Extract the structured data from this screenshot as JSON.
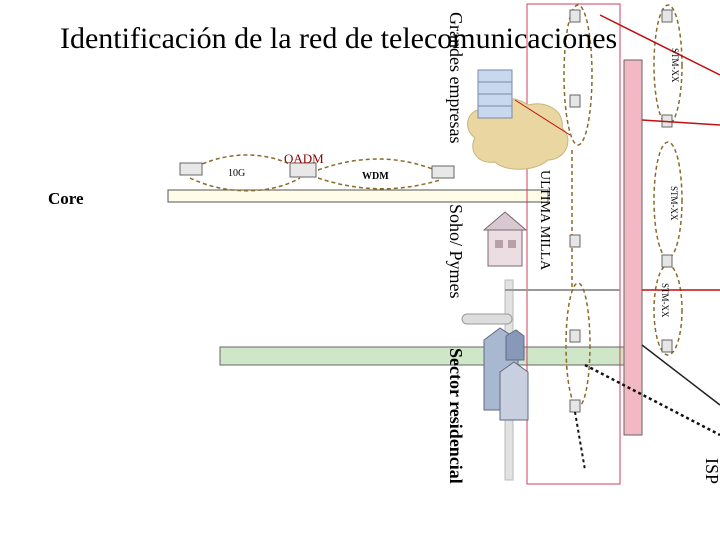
{
  "title": "Identificación de la red de telecomunicaciones",
  "labels": {
    "core": "Core",
    "oadm": "OADM",
    "wdm": "WDM",
    "ten_g": "10G",
    "grandes_empresas": "Grandes empresas",
    "ultima_milla": "ULTIMA MILLA",
    "soho_pymes": "Soho/ Pymes",
    "sector_residencial": "Sector residencial",
    "stm_1": "STM-XX",
    "stm_2": "STM-XX",
    "stm_3": "STM-XX",
    "edge_right": "ISP"
  },
  "colors": {
    "band_green": "#cfe6c8",
    "band_pink": "#f2b8c4",
    "core_band": "#fffde8",
    "ring_line": "#8a6a2a",
    "red_line": "#c01010",
    "cloud": "#ead6a0"
  }
}
